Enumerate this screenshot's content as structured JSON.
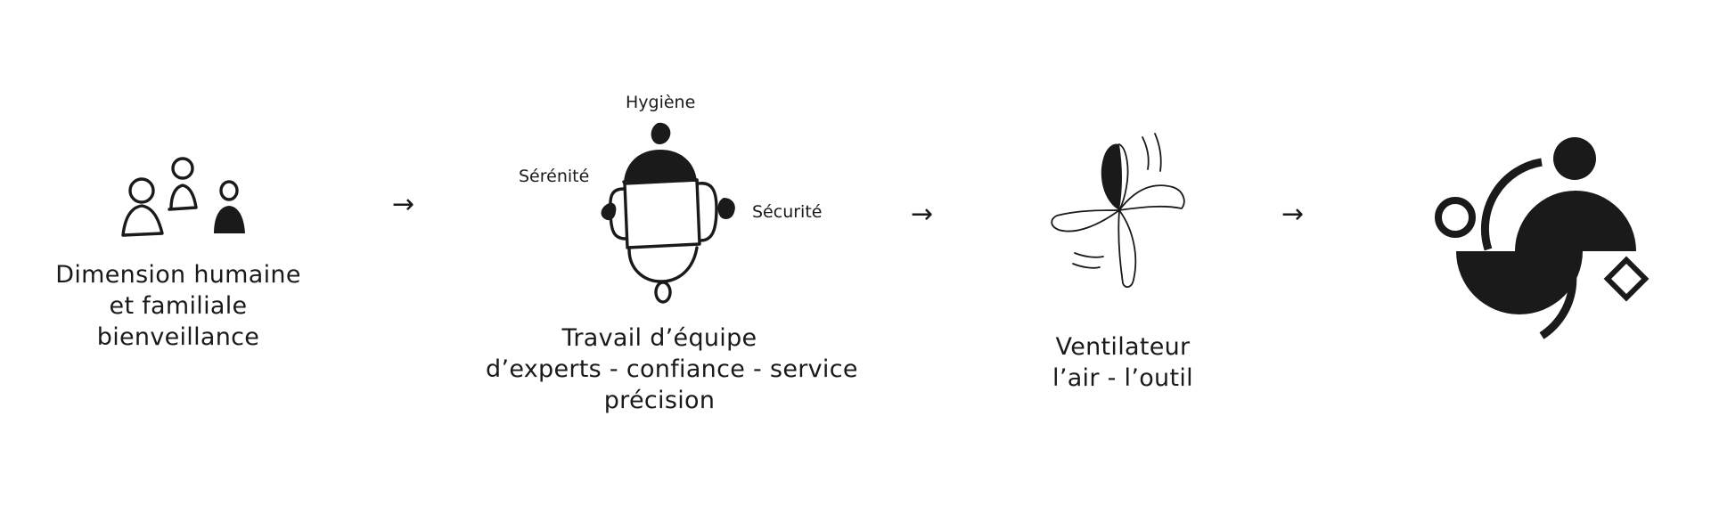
{
  "stages": [
    {
      "id": "people",
      "caption": [
        "Dimension humaine",
        "et familiale",
        "bienveillance"
      ]
    },
    {
      "id": "team",
      "labels": {
        "top": "Hygiène",
        "left": "Sérénité",
        "right": "Sécurité"
      },
      "caption": [
        "Travail d’équipe",
        "d’experts - confiance - service",
        "précision"
      ]
    },
    {
      "id": "fan",
      "caption": [
        "Ventilateur",
        "l’air - l’outil"
      ]
    },
    {
      "id": "logo",
      "caption": []
    }
  ],
  "arrows": [
    "→",
    "→",
    "→"
  ],
  "colors": {
    "ink": "#1a1a1a",
    "background": "#ffffff"
  }
}
